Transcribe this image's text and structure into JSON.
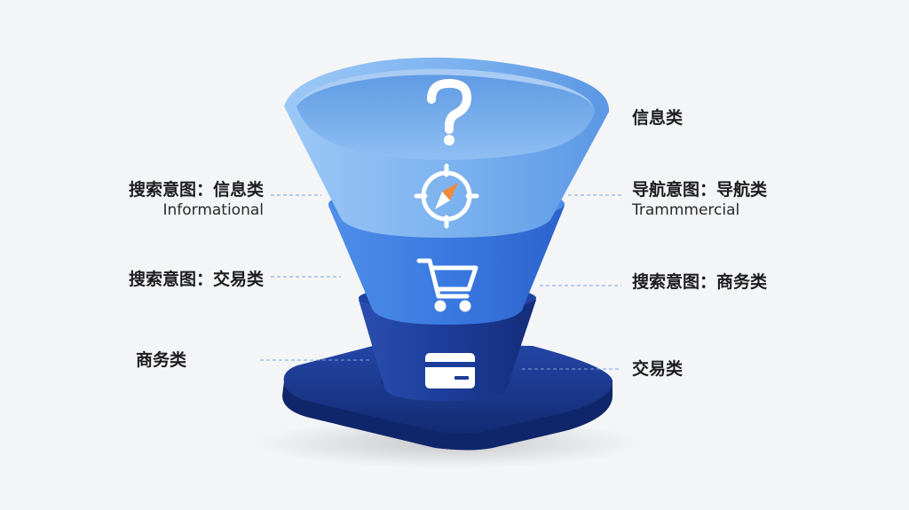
{
  "left_labels": [
    {
      "main": "搜索意图：信息类",
      "sub": "Informational"
    },
    {
      "main": "搜索意图：交易类",
      "sub": ""
    },
    {
      "main": "商务类",
      "sub": ""
    }
  ],
  "right_labels": [
    {
      "main": "信息类",
      "sub": ""
    },
    {
      "main": "导航意图：导航类",
      "sub": "Trammmercial"
    },
    {
      "main": "搜索意图：商务类",
      "sub": ""
    },
    {
      "main": "交易类",
      "sub": ""
    }
  ],
  "colors": {
    "tier1": "#7fb4f0",
    "tier2": "#3b7be0",
    "tier3": "#17399a",
    "base": "#1c3d96",
    "connector": "#7aa7d8"
  },
  "icons": [
    "question-mark-icon",
    "compass-icon",
    "shopping-cart-icon",
    "credit-card-icon"
  ]
}
